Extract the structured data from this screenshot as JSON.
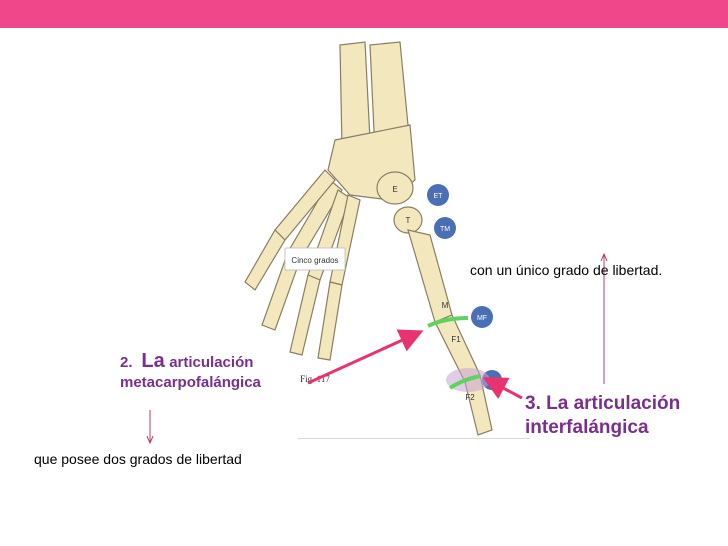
{
  "slide": {
    "accent_color": "#f0468a",
    "title_color": "#7b2e8e"
  },
  "figure": {
    "caption_inner": "Cinco grados",
    "fig_label": "Fig. 117",
    "bone_labels": {
      "e": "E",
      "t": "T",
      "m": "M",
      "f1": "F1",
      "f2": "F2"
    },
    "joint_labels": {
      "et": "ET",
      "tm": "TM",
      "mf": "MF",
      "if": "IF"
    }
  },
  "labels": {
    "mcp_number": "2.",
    "mcp_la": "La",
    "mcp_word": "articulación",
    "mcp_name": "metacarpofalángica",
    "mcp_note": "que posee dos grados de libertad",
    "ip_title_line1": "3. La articulación",
    "ip_title_line2": "interfalángica",
    "ip_note": "con un único grado de libertad."
  }
}
